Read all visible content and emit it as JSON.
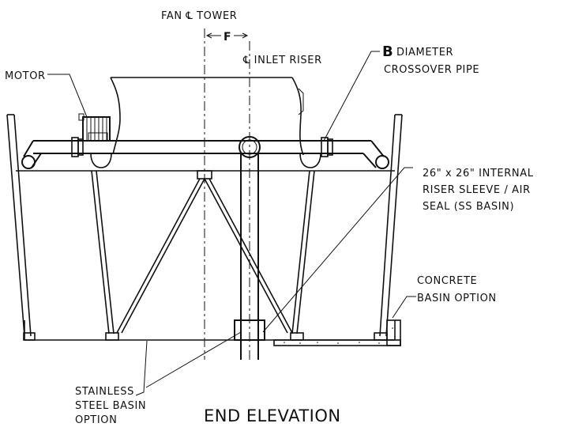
{
  "labels": {
    "fan_tower": "FAN ℄ TOWER",
    "offset_f": "F",
    "inlet_riser": "℄ INLET RISER",
    "motor": "MOTOR",
    "crossover_b": "B",
    "crossover_line1": "DIAMETER",
    "crossover_line2": "CROSSOVER PIPE",
    "sleeve_line1": "26\" x 26\" INTERNAL",
    "sleeve_line2": "RISER SLEEVE / AIR",
    "sleeve_line3": "SEAL (SS BASIN)",
    "concrete_line1": "CONCRETE",
    "concrete_line2": "BASIN OPTION",
    "stainless_line1": "STAINLESS",
    "stainless_line2": "STEEL BASIN",
    "stainless_line3": "OPTION",
    "title": "END ELEVATION"
  }
}
